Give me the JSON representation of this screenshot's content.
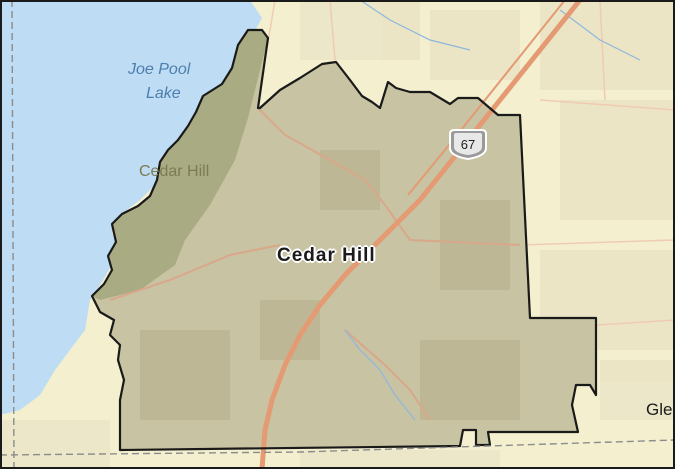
{
  "map": {
    "labels": {
      "lake_line1": "Joe Pool",
      "lake_line2": "Lake",
      "park": "Cedar Hill",
      "city": "Cedar Hill",
      "edge_city": "Gle"
    },
    "highway_shield": {
      "number": "67",
      "icon": "us-highway-shield-icon"
    },
    "colors": {
      "land": "#f3efcf",
      "water": "#bedcf3",
      "city_fill": "#c8c3a2",
      "park_fill": "#a9ac82",
      "highway": "#e49a72",
      "boundary": "#1a1a1a"
    }
  }
}
